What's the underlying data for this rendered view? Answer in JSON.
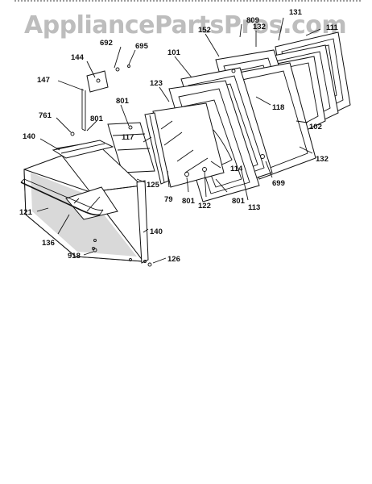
{
  "watermark": "AppliancePartsPros.com",
  "callouts": [
    {
      "id": "131",
      "text": "131"
    },
    {
      "id": "111",
      "text": "111"
    },
    {
      "id": "809",
      "text": "809"
    },
    {
      "id": "152",
      "text": "152"
    },
    {
      "id": "132-top",
      "text": "132"
    },
    {
      "id": "692",
      "text": "692"
    },
    {
      "id": "695",
      "text": "695"
    },
    {
      "id": "101",
      "text": "101"
    },
    {
      "id": "144",
      "text": "144"
    },
    {
      "id": "123",
      "text": "123"
    },
    {
      "id": "147",
      "text": "147"
    },
    {
      "id": "801-a",
      "text": "801"
    },
    {
      "id": "118",
      "text": "118"
    },
    {
      "id": "761",
      "text": "761"
    },
    {
      "id": "801-b",
      "text": "801"
    },
    {
      "id": "102",
      "text": "102"
    },
    {
      "id": "140-top",
      "text": "140"
    },
    {
      "id": "117",
      "text": "117"
    },
    {
      "id": "132",
      "text": "132"
    },
    {
      "id": "114",
      "text": "114"
    },
    {
      "id": "699",
      "text": "699"
    },
    {
      "id": "125",
      "text": "125"
    },
    {
      "id": "79",
      "text": "79"
    },
    {
      "id": "801-c",
      "text": "801"
    },
    {
      "id": "122",
      "text": "122"
    },
    {
      "id": "801-d",
      "text": "801"
    },
    {
      "id": "113",
      "text": "113"
    },
    {
      "id": "121",
      "text": "121"
    },
    {
      "id": "140-bottom",
      "text": "140"
    },
    {
      "id": "136",
      "text": "136"
    },
    {
      "id": "918",
      "text": "918"
    },
    {
      "id": "126",
      "text": "126"
    }
  ]
}
